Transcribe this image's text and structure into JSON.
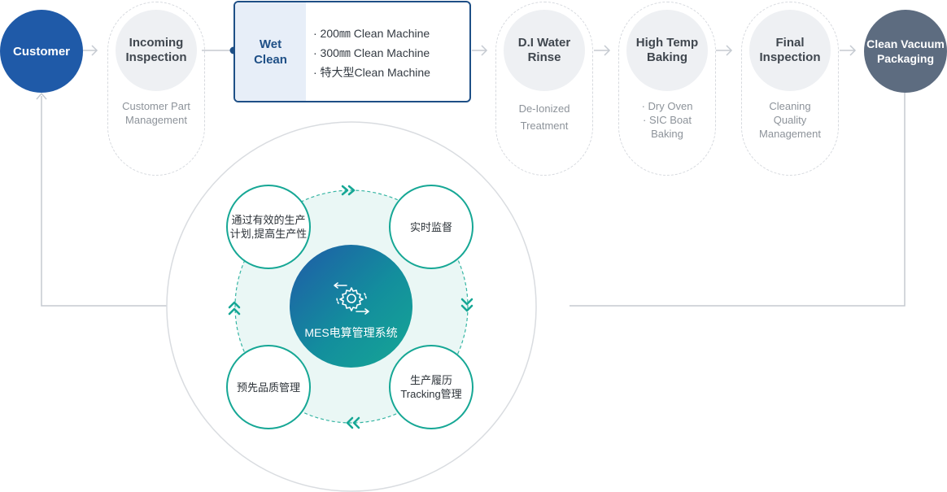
{
  "flow": {
    "customer": "Customer",
    "incoming": {
      "title": "Incoming\nInspection",
      "sub": "Customer Part\nManagement"
    },
    "wet_clean": {
      "title": "Wet\nClean",
      "items": [
        "· 200㎜ Clean Machine",
        "· 300㎜ Clean Machine",
        "· 特大型Clean Machine"
      ]
    },
    "di_water": {
      "title": "D.I Water\nRinse",
      "sub": "De-Ionized\nTreatment"
    },
    "high_temp": {
      "title": "High Temp\nBaking",
      "sub": "· Dry Oven\n· SIC Boat\nBaking"
    },
    "final": {
      "title": "Final\nInspection",
      "sub": "Cleaning\nQuality\nManagement"
    },
    "packaging": "Clean Vacuum\nPackaging"
  },
  "mes": {
    "center": "MES电算管理系统",
    "nodes": {
      "top_left": "通过有效的生产\n计划,提高生产性",
      "top_right": "实时监督",
      "bottom_right": "生产履历\nTracking管理",
      "bottom_left": "预先品质管理"
    }
  },
  "colors": {
    "customer_blue": "#1f5aa8",
    "packaging_slate": "#5d6c80",
    "wet_border": "#1e4f86",
    "teal": "#16a795"
  }
}
